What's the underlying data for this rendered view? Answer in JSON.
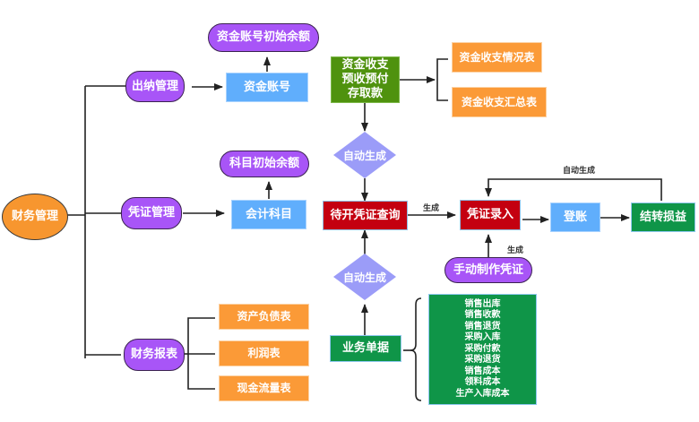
{
  "root": {
    "label": "财务管理"
  },
  "branches": {
    "cashier": {
      "label": "出纳管理"
    },
    "voucher": {
      "label": "凭证管理"
    },
    "reports": {
      "label": "财务报表"
    }
  },
  "cashier_flow": {
    "fund_account": "资金账号",
    "fund_account_opening": "资金账号初始余额",
    "fund_ops": [
      "资金收支",
      "预收预付",
      "存取款"
    ],
    "fund_reports": [
      "资金收支情况表",
      "资金收支汇总表"
    ]
  },
  "voucher_flow": {
    "account_subject": "会计科目",
    "subject_opening": "科目初始余额",
    "auto_generate_top": "自动生成",
    "auto_generate_bottom": "自动生成",
    "pending_query": "待开凭证查询",
    "voucher_entry": "凭证录入",
    "posting": "登账",
    "carry_forward": "结转损益",
    "manual_voucher": "手动制作凭证",
    "business_docs": "业务单据",
    "edge_generate_1": "生成",
    "edge_generate_2": "生成",
    "edge_auto_generate": "自动生成",
    "doc_types": [
      "销售出库",
      "销售收款",
      "销售退货",
      "采购入库",
      "采购付款",
      "采购退货",
      "销售成本",
      "领料成本",
      "生产入库成本"
    ]
  },
  "report_items": [
    "资产负债表",
    "利润表",
    "现金流量表"
  ],
  "colors": {
    "purple": "#a855f7",
    "blue": "#60aefc",
    "orange": "#fb9a37",
    "red": "#c40010",
    "green": "#0f9548",
    "lime_green": "#4f920e",
    "diamond": "#9b9cf8"
  }
}
